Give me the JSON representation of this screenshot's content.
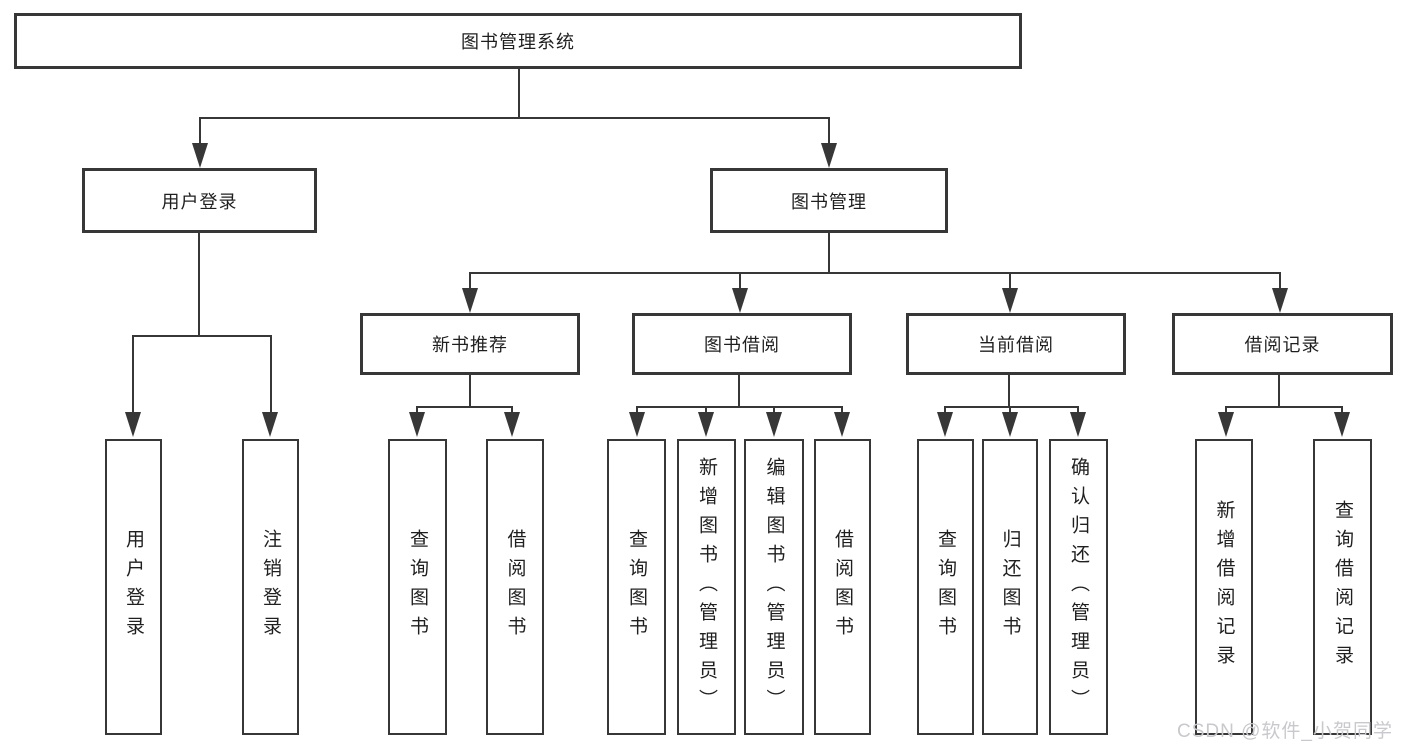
{
  "title": "图书管理系统",
  "level2": {
    "user_login": "用户登录",
    "book_management": "图书管理"
  },
  "level3": {
    "new_book_recommend": "新书推荐",
    "book_borrow": "图书借阅",
    "current_borrow": "当前借阅",
    "borrow_records": "借阅记录"
  },
  "leaves": {
    "user_login": [
      "用户登录",
      "注销登录"
    ],
    "new_book_recommend": [
      "查询图书",
      "借阅图书"
    ],
    "book_borrow": [
      "查询图书",
      "新增图书（管理员）",
      "编辑图书（管理员）",
      "借阅图书"
    ],
    "current_borrow": [
      "查询图书",
      "归还图书",
      "确认归还（管理员）"
    ],
    "borrow_records": [
      "新增借阅记录",
      "查询借阅记录"
    ]
  },
  "watermark": "CSDN @软件_小贺同学",
  "colors": {
    "line": "#373737",
    "text": "#1f1f1f",
    "box-bg": "#ffffff",
    "watermark": "#c9c9cd"
  }
}
